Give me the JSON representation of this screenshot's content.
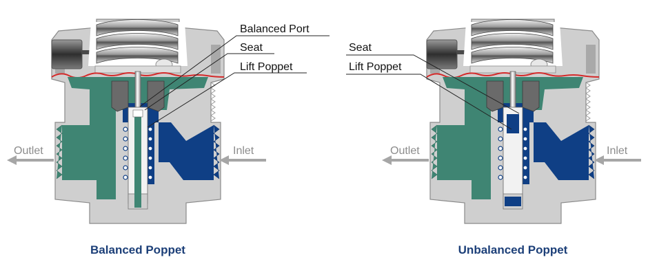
{
  "colors": {
    "body": "#cfcfcf",
    "body_dark": "#b4b4b4",
    "outlet_fluid": "#3f8573",
    "inlet_fluid": "#0f3f85",
    "diaphragm": "#d42a2a",
    "spring": "#5a5a5a",
    "arrow": "#a6a6a6",
    "caption": "#1c3f78",
    "leader": "#222222"
  },
  "left_diagram": {
    "callouts": [
      "Balanced Port",
      "Seat",
      "Lift Poppet"
    ],
    "outlet_label": "Outlet",
    "inlet_label": "Inlet",
    "caption": "Balanced Poppet"
  },
  "right_diagram": {
    "callouts": [
      "Seat",
      "Lift Poppet"
    ],
    "outlet_label": "Outlet",
    "inlet_label": "Inlet",
    "caption": "Unbalanced Poppet"
  }
}
